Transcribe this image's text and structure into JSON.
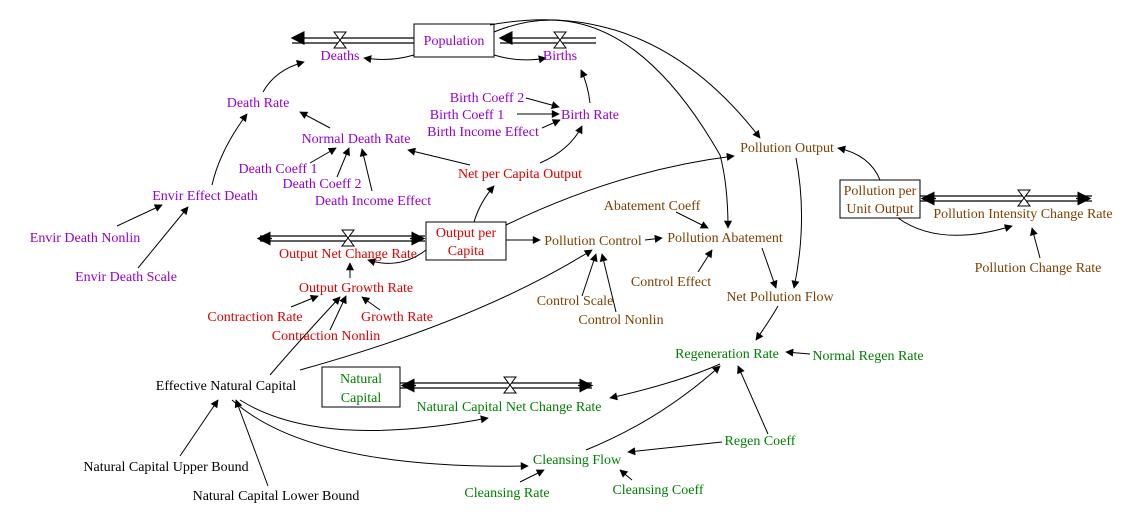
{
  "colors": {
    "population": "#9400D3",
    "output": "#E00000",
    "pollution": "#7F3F00",
    "natural": "#008000",
    "neutral": "#000000"
  },
  "stocks": {
    "population": "Population",
    "output_per_capita": [
      "Output per",
      "Capita"
    ],
    "natural_capital": [
      "Natural",
      "Capital"
    ],
    "pollution_per_unit_output": [
      "Pollution per",
      "Unit Output"
    ]
  },
  "population": {
    "deaths": "Deaths",
    "births": "Births",
    "death_rate": "Death Rate",
    "birth_rate": "Birth Rate",
    "normal_death_rate": "Normal Death Rate",
    "birth_coeff_2": "Birth Coeff 2",
    "birth_coeff_1": "Birth Coeff 1",
    "birth_income_effect": "Birth Income Effect",
    "death_coeff_1": "Death Coeff 1",
    "death_coeff_2": "Death Coeff 2",
    "death_income_effect": "Death Income Effect",
    "envir_effect_death": "Envir Effect Death",
    "envir_death_nonlin": "Envir Death Nonlin",
    "envir_death_scale": "Envir Death Scale"
  },
  "output": {
    "net_per_capita_output": "Net per Capita Output",
    "output_net_change_rate": "Output Net Change Rate",
    "output_growth_rate": "Output Growth Rate",
    "contraction_rate": "Contraction Rate",
    "growth_rate": "Growth Rate",
    "contraction_nonlin": "Contraction Nonlin"
  },
  "pollution": {
    "pollution_output": "Pollution Output",
    "abatement_coeff": "Abatement Coeff",
    "pollution_control": "Pollution Control",
    "pollution_abatement": "Pollution Abatement",
    "control_effect": "Control Effect",
    "net_pollution_flow": "Net Pollution Flow",
    "control_scale": "Control Scale",
    "control_nonlin": "Control Nonlin",
    "pollution_intensity_change_rate": "Pollution Intensity Change Rate",
    "pollution_change_rate": "Pollution Change Rate"
  },
  "natural": {
    "regeneration_rate": "Regeneration Rate",
    "normal_regen_rate": "Normal Regen Rate",
    "natural_capital_net_change_rate": "Natural Capital Net Change Rate",
    "regen_coeff": "Regen Coeff",
    "cleansing_flow": "Cleansing Flow",
    "cleansing_rate": "Cleansing Rate",
    "cleansing_coeff": "Cleansing Coeff"
  },
  "neutral": {
    "effective_natural_capital": "Effective Natural Capital",
    "natural_capital_upper_bound": "Natural Capital Upper Bound",
    "natural_capital_lower_bound": "Natural Capital Lower Bound"
  }
}
